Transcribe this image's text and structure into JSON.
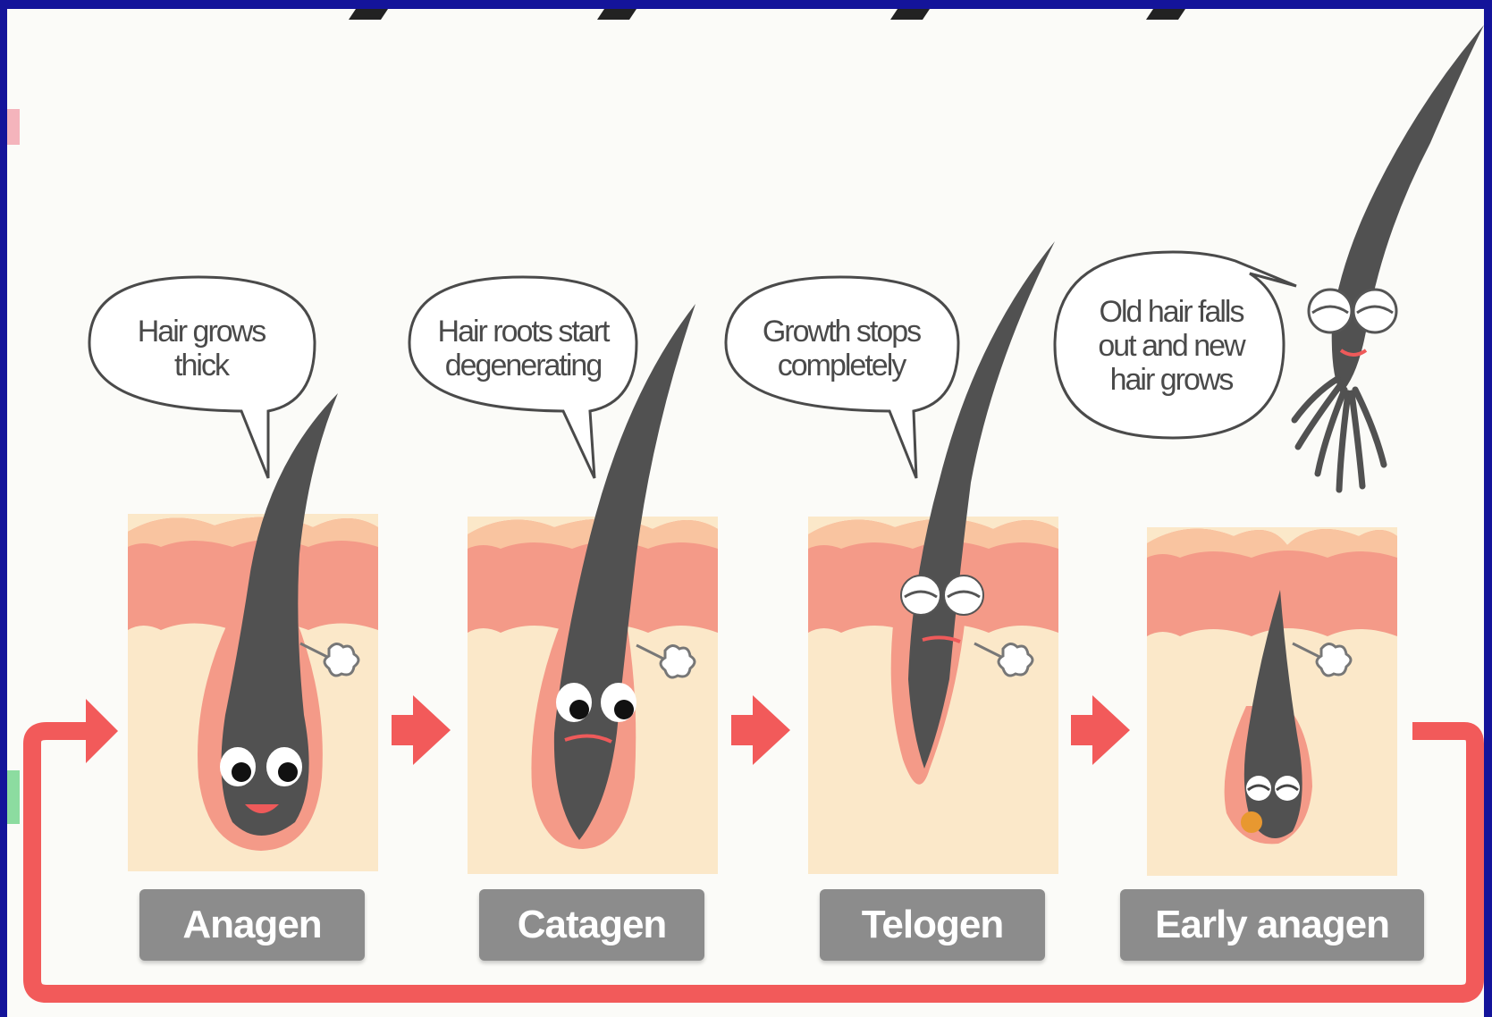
{
  "bubbles": {
    "anagen": "Hair grows\nthick",
    "catagen": "Hair roots start\ndegenerating",
    "telogen": "Growth stops\ncompletely",
    "early_anagen": "Old hair falls\nout and new\nhair grows"
  },
  "labels": {
    "anagen": "Anagen",
    "catagen": "Catagen",
    "telogen": "Telogen",
    "early_anagen": "Early anagen"
  },
  "colors": {
    "frame": "#14149a",
    "arrow": "#f25a5a",
    "skin_top": "#f9c4a0",
    "skin_mid": "#f49a88",
    "skin_base": "#fbe8c9",
    "hair": "#515151",
    "label_bg": "#8c8c8c"
  }
}
